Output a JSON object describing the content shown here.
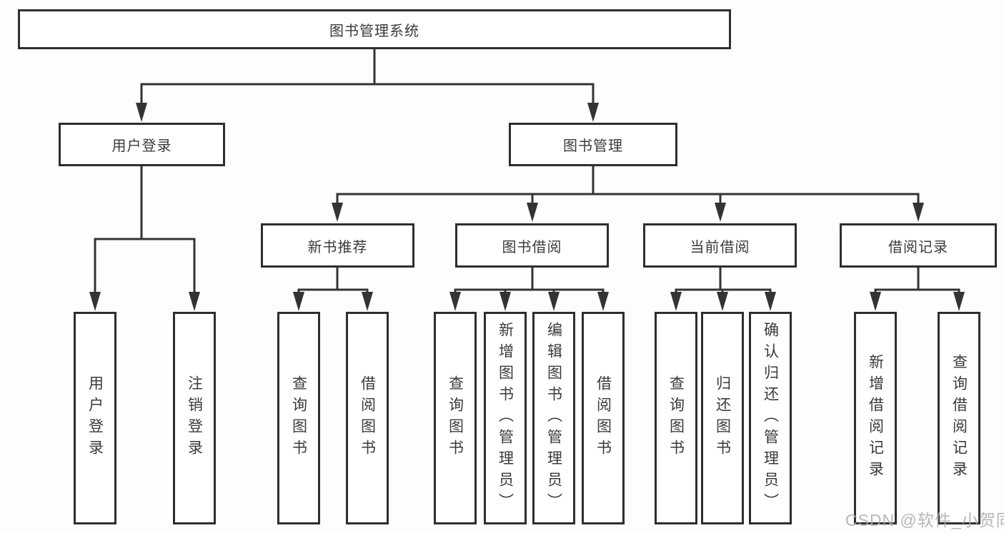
{
  "diagram": {
    "root": {
      "label": "图书管理系统"
    },
    "branches": [
      {
        "label": "用户登录",
        "children": [
          {
            "label": "用户登录"
          },
          {
            "label": "注销登录"
          }
        ]
      },
      {
        "label": "图书管理",
        "children": [
          {
            "label": "新书推荐",
            "children": [
              {
                "label": "查询图书"
              },
              {
                "label": "借阅图书"
              }
            ]
          },
          {
            "label": "图书借阅",
            "children": [
              {
                "label": "查询图书"
              },
              {
                "label": "新增图书（管理员）"
              },
              {
                "label": "编辑图书（管理员）"
              },
              {
                "label": "借阅图书"
              }
            ]
          },
          {
            "label": "当前借阅",
            "children": [
              {
                "label": "查询图书"
              },
              {
                "label": "归还图书"
              },
              {
                "label": "确认归还（管理员）"
              }
            ]
          },
          {
            "label": "借阅记录",
            "children": [
              {
                "label": "新增借阅记录"
              },
              {
                "label": "查询借阅记录"
              }
            ]
          }
        ]
      }
    ]
  },
  "watermark": {
    "text": "CSDN @软件_小贺同学"
  },
  "colors": {
    "line": "#333333",
    "box_border": "#2e2e2e",
    "text": "#3a3a3a",
    "watermark": "#aaaaaa",
    "background": "#fdfdfd"
  }
}
